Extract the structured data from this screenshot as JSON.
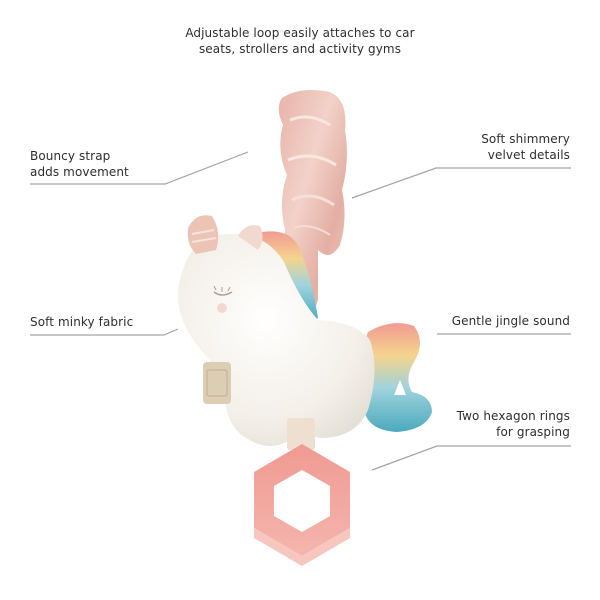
{
  "product": {
    "name": "Unicorn plush activity toy",
    "tag_icon": "brand-tag-icon",
    "teether_icon": "hexagon-teether-ring-icon"
  },
  "callouts": {
    "top": {
      "lines": [
        "Adjustable loop easily attaches to car",
        "seats, strollers and activity gyms"
      ]
    },
    "bouncy_strap": {
      "lines": [
        "Bouncy strap",
        "adds movement"
      ]
    },
    "velvet": {
      "lines": [
        "Soft shimmery",
        "velvet details"
      ]
    },
    "minky": {
      "lines": [
        "Soft minky fabric"
      ]
    },
    "jingle": {
      "lines": [
        "Gentle jingle sound"
      ]
    },
    "hexagon": {
      "lines": [
        "Two hexagon rings",
        "for grasping"
      ]
    }
  },
  "colors": {
    "text": "#2e2e2e",
    "leader_line": "#9a9a9a",
    "strap_pink": "#e8b8ae",
    "teether_pink": "#f2a39a",
    "plush_white": "#f6f2ec",
    "rainbow_blue": "#5fb6c4"
  }
}
